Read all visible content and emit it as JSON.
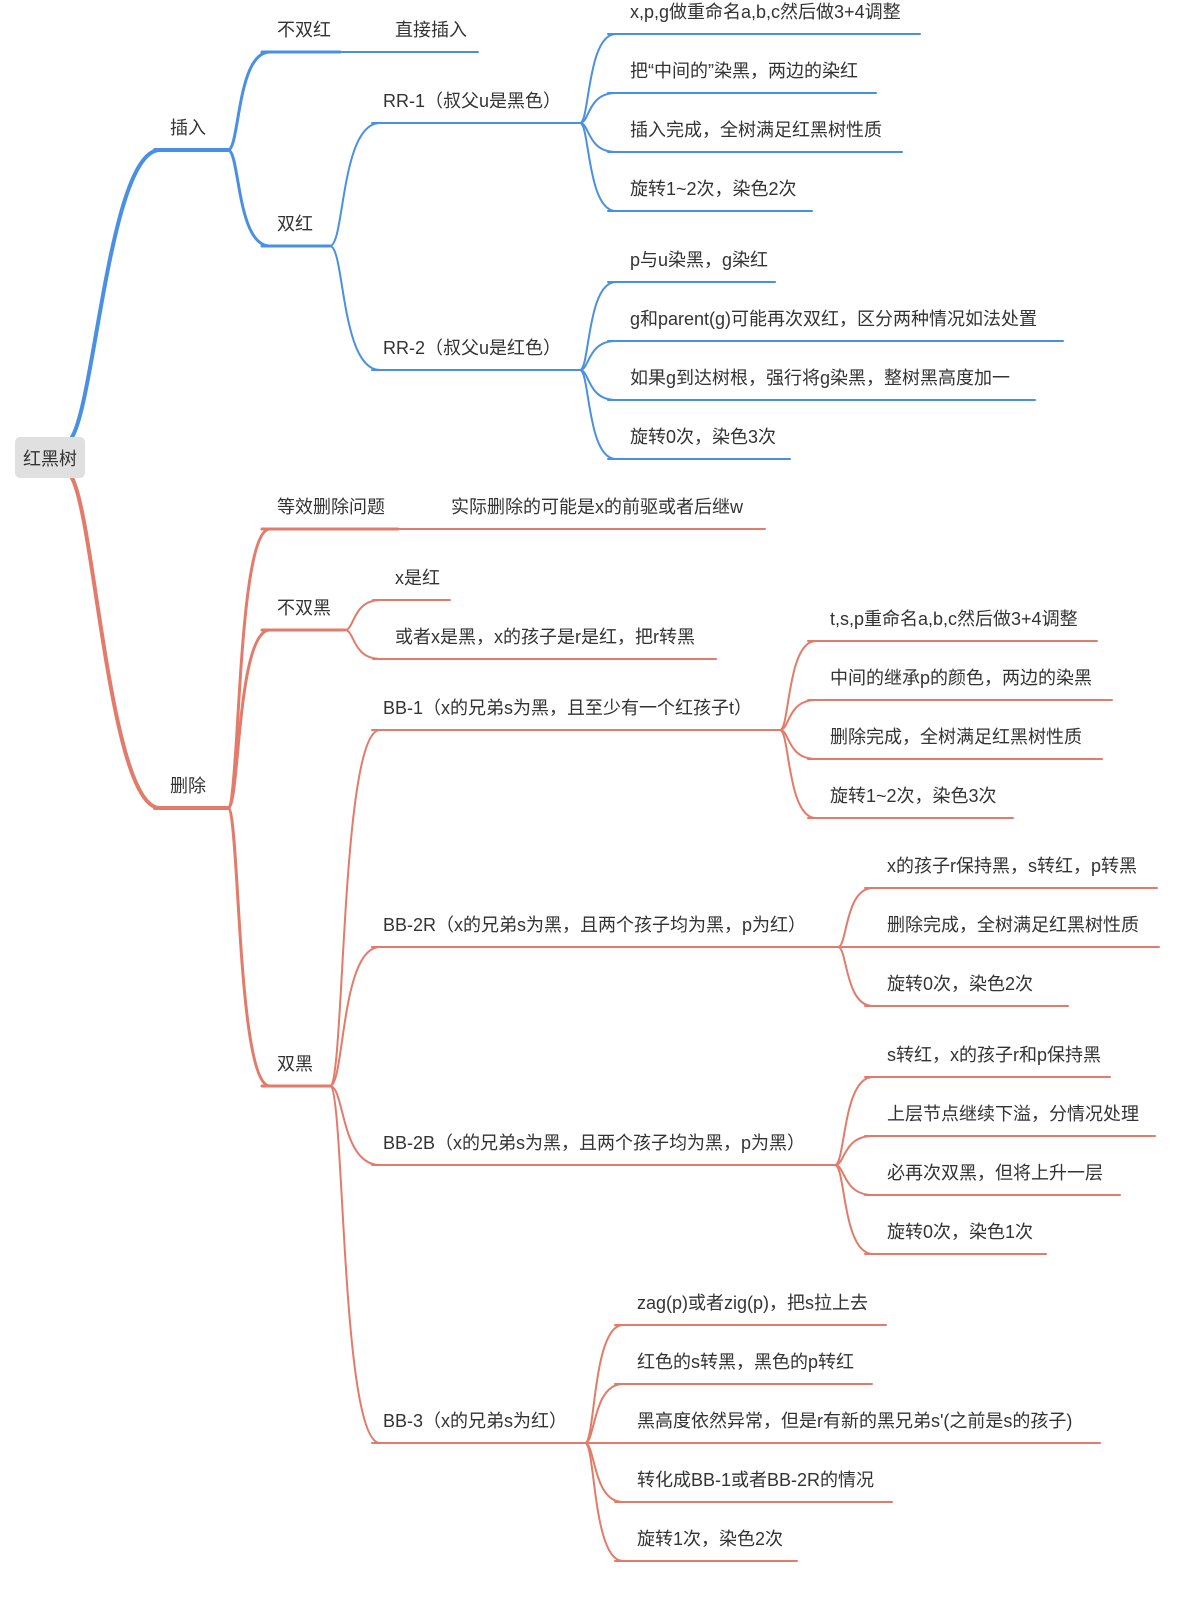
{
  "colors": {
    "insert": "#4a90e2",
    "delete": "#e27b69",
    "text": "#333333",
    "root_bg": "#e0e0e0"
  },
  "root": "红黑树",
  "insert": {
    "label": "插入",
    "no_double_red": {
      "label": "不双红",
      "child": "直接插入"
    },
    "double_red": {
      "label": "双红",
      "rr1": {
        "label": "RR-1（叔父u是黑色）",
        "items": [
          "x,p,g做重命名a,b,c然后做3+4调整",
          "把“中间的”染黑，两边的染红",
          "插入完成，全树满足红黑树性质",
          "旋转1~2次，染色2次"
        ]
      },
      "rr2": {
        "label": "RR-2（叔父u是红色）",
        "items": [
          "p与u染黑，g染红",
          "g和parent(g)可能再次双红，区分两种情况如法处置",
          "如果g到达树根，强行将g染黑，整树黑高度加一",
          "旋转0次，染色3次"
        ]
      }
    }
  },
  "delete": {
    "label": "删除",
    "equivalent": {
      "label": "等效删除问题",
      "child": "实际删除的可能是x的前驱或者后继w"
    },
    "no_double_black": {
      "label": "不双黑",
      "items": [
        "x是红",
        "或者x是黑，x的孩子是r是红，把r转黑"
      ]
    },
    "double_black": {
      "label": "双黑",
      "bb1": {
        "label": "BB-1（x的兄弟s为黑，且至少有一个红孩子t）",
        "items": [
          "t,s,p重命名a,b,c然后做3+4调整",
          "中间的继承p的颜色，两边的染黑",
          "删除完成，全树满足红黑树性质",
          "旋转1~2次，染色3次"
        ]
      },
      "bb2r": {
        "label": "BB-2R（x的兄弟s为黑，且两个孩子均为黑，p为红）",
        "items": [
          "x的孩子r保持黑，s转红，p转黑",
          "删除完成，全树满足红黑树性质",
          "旋转0次，染色2次"
        ]
      },
      "bb2b": {
        "label": "BB-2B（x的兄弟s为黑，且两个孩子均为黑，p为黑）",
        "items": [
          "s转红，x的孩子r和p保持黑",
          "上层节点继续下溢，分情况处理",
          "必再次双黑，但将上升一层",
          "旋转0次，染色1次"
        ]
      },
      "bb3": {
        "label": "BB-3（x的兄弟s为红）",
        "items": [
          "zag(p)或者zig(p)，把s拉上去",
          "红色的s转黑，黑色的p转红",
          "黑高度依然异常，但是r有新的黑兄弟s'(之前是s的孩子)",
          "转化成BB-1或者BB-2R的情况",
          "旋转1次，染色2次"
        ]
      }
    }
  }
}
